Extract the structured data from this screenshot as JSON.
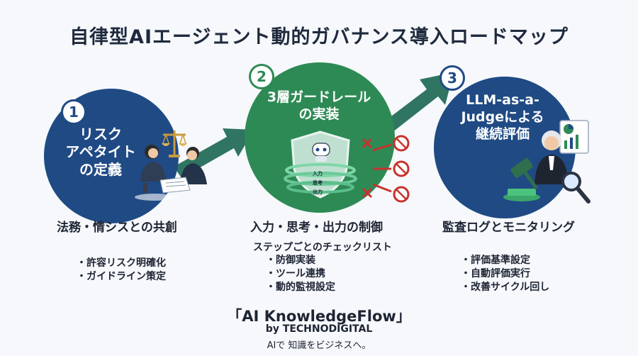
{
  "title": "自律型AIエージェント動的ガバナンス導入ロードマップ",
  "steps": [
    {
      "number": "1",
      "circle_text": [
        "リスク",
        "アペタイト",
        "の定義"
      ],
      "label": "法務・情シスとの共創",
      "bullets": [
        "許容リスク明確化",
        "ガイドライン策定"
      ]
    },
    {
      "number": "2",
      "circle_text": [
        "3層ガードレール",
        "の実装"
      ],
      "label": "入力・思考・出力の制御",
      "subtitle": "ステップごとのチェックリスト",
      "bullets": [
        "防御実装",
        "ツール連携",
        "動的監視設定"
      ],
      "shield_labels": [
        "入力",
        "思考",
        "出力"
      ]
    },
    {
      "number": "3",
      "circle_text": [
        "LLM-as-a-",
        "Judgeによる",
        "継続評価"
      ],
      "label": "監査ログとモニタリング",
      "bullets": [
        "評価基準設定",
        "自動評価実行",
        "改善サイクル回し"
      ]
    }
  ],
  "footer": {
    "brand": "「AI KnowledgeFlow」",
    "by": "by TECHNODIGITAL",
    "tagline": "AIで 知識をビジネスへ。"
  },
  "colors": {
    "navy": "#1f4a84",
    "green": "#2e8a55",
    "arrow": "#2f7562",
    "red": "#c8322c"
  },
  "icons": [
    "scales-icon",
    "people-icon",
    "robot-icon",
    "shield-icon",
    "blocked-icon",
    "gavel-icon",
    "judge-icon",
    "magnifier-icon",
    "chart-icon"
  ]
}
